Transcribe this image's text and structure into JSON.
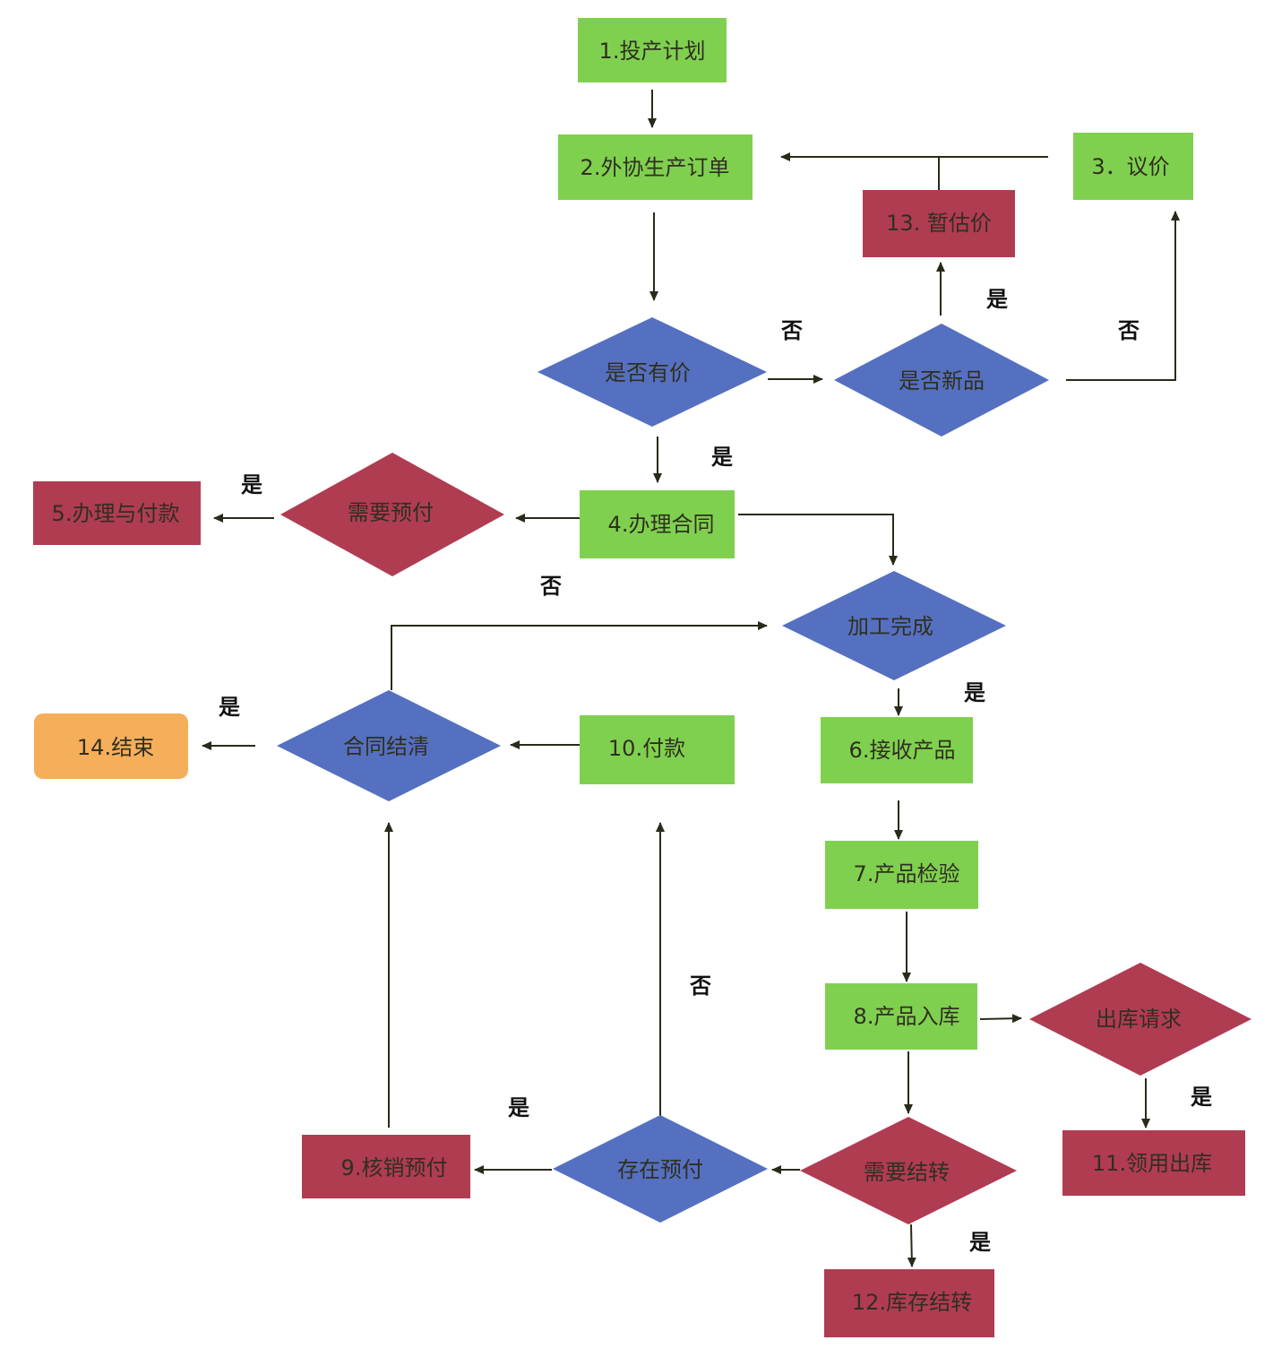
{
  "colors": {
    "green": "#80D050",
    "red": "#B03C52",
    "blue": "#5570C0",
    "orange": "#F5AE5A",
    "line": "#2a2a1a"
  },
  "nodes": {
    "n1": "1.投产计划",
    "n2": "2.外协生产订单",
    "n3": "3．议价",
    "n13": "13. 暂估价",
    "d_price": "是否有价",
    "d_new": "是否新品",
    "n4": "4.办理合同",
    "d_prepay": "需要预付",
    "n5": "5.办理与付款",
    "d_done": "加工完成",
    "n6": "6.接收产品",
    "n7": "7.产品检验",
    "n8": "8.产品入库",
    "d_out": "出库请求",
    "n11": "11.领用出库",
    "d_carry": "需要结转",
    "n12": "12.库存结转",
    "d_exist": "存在预付",
    "n9": "9.核销预付",
    "n10": "10.付款",
    "d_settle": "合同结清",
    "n14": "14.结束"
  },
  "labels": {
    "yes": "是",
    "no": "否"
  }
}
